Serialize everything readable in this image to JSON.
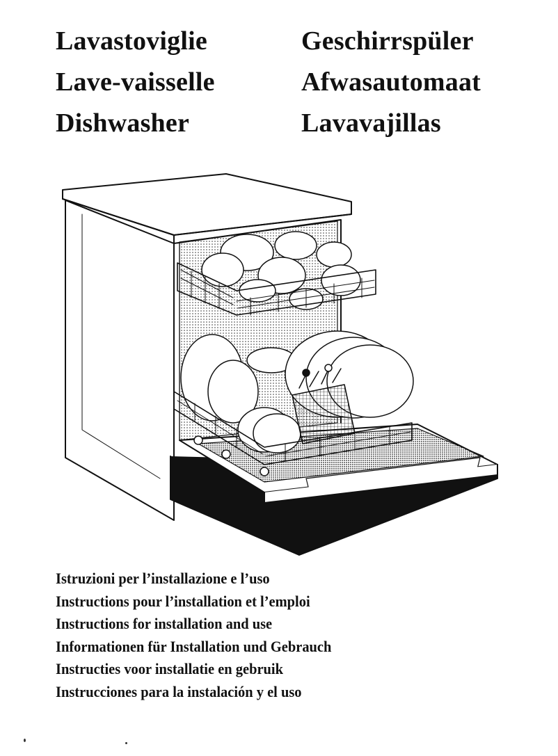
{
  "titles": {
    "left": [
      "Lavastoviglie",
      "Lave-vaisselle",
      "Dishwasher"
    ],
    "right": [
      "Geschirrspüler",
      "Afwasautomaat",
      "Lavavajillas"
    ]
  },
  "illustration": {
    "subject": "dishwasher-open-door-icon",
    "line_color": "#111111",
    "fill_color": "#ffffff"
  },
  "instructions": [
    "Istruzioni per l’installazione e l’uso",
    "Instructions pour l’installation et l’emploi",
    "Instructions for installation and use",
    "Informationen für Installation und Gebrauch",
    "Instructies voor installatie en gebruik",
    "Instrucciones para la instalación y el uso"
  ]
}
